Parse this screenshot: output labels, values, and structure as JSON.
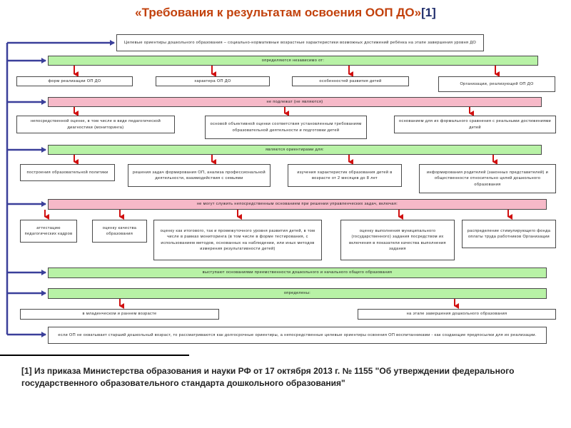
{
  "title": {
    "main": "«Требования к результатам освоения ООП ДО»",
    "ref": "[1]"
  },
  "nodes": {
    "top": "Целевые ориентиры дошкольного образования – социально-нормативные возрастные характеристики возможных достижений ребёнка на этапе завершения уровня ДО",
    "g1": "определяются независимо от:",
    "w1": [
      "форм реализации ОП ДО",
      "характера ОП ДО",
      "особенностей развития детей",
      "Организации, реализующей ОП ДО"
    ],
    "p1": "не подлежат (не являются)",
    "w2": [
      "непосредственной оценке, в том числе в виде педагогической диагностики (мониторинга)",
      "основой объективной оценки соответствия установленным требованиям образовательной деятельности и подготовки детей",
      "основанием для их формального сравнения с реальными достижениями детей"
    ],
    "g2": "являются ориентирами для:",
    "w3": [
      "построения образовательной политики",
      "решения задач формирования ОП, анализа профессиональной деятельности, взаимодействия с семьями",
      "изучения характеристик образования детей в возрасте от 2 месяцев до 8 лет",
      "информирования родителей (законных представителей) и общественности относительно целей дошкольного образования"
    ],
    "p2": "не могут служить непосредственным основанием при решении управленческих задач, включая:",
    "w4": [
      "аттестацию педагогических кадров",
      "оценку качества образования",
      "оценку как итогового, так и промежуточного уровня развития детей, в том числе в рамках мониторинга (в том числе в форме тестирования, с использованием методов, основанных на наблюдении, или иных методов измерения результативности детей)",
      "оценку выполнения муниципального (государственного) задания посредством их включения в показатели качества выполнения задания",
      "распределение стимулирующего фонда оплаты труда работников Организации"
    ],
    "g3": "выступают основаниями преемственности дошкольного и начального общего образования",
    "g4": "определены:",
    "w5": [
      "в младенческом и раннем возрасте",
      "на этапе завершения дошкольного образования"
    ],
    "bottom": "если ОП не охватывает старший дошкольный возраст, то рассматриваются как долгосрочные ориентиры, а непосредственные целевые ориентиры освоения ОП воспитанниками - как создающие предпосылки для их реализации."
  },
  "footnote": "[1] Из приказа Министерства образования и науки РФ от 17 октября 2013 г. № 1155 \"Об утверждении федерального государственного образовательного стандарта дошкольного образования\"",
  "colors": {
    "green": "#b8f2a6",
    "pink": "#f6b9c8",
    "connector": "#3a3f9a",
    "arrow": "#d01010",
    "title_main": "#c2410c",
    "title_ref": "#1f2d6b"
  }
}
